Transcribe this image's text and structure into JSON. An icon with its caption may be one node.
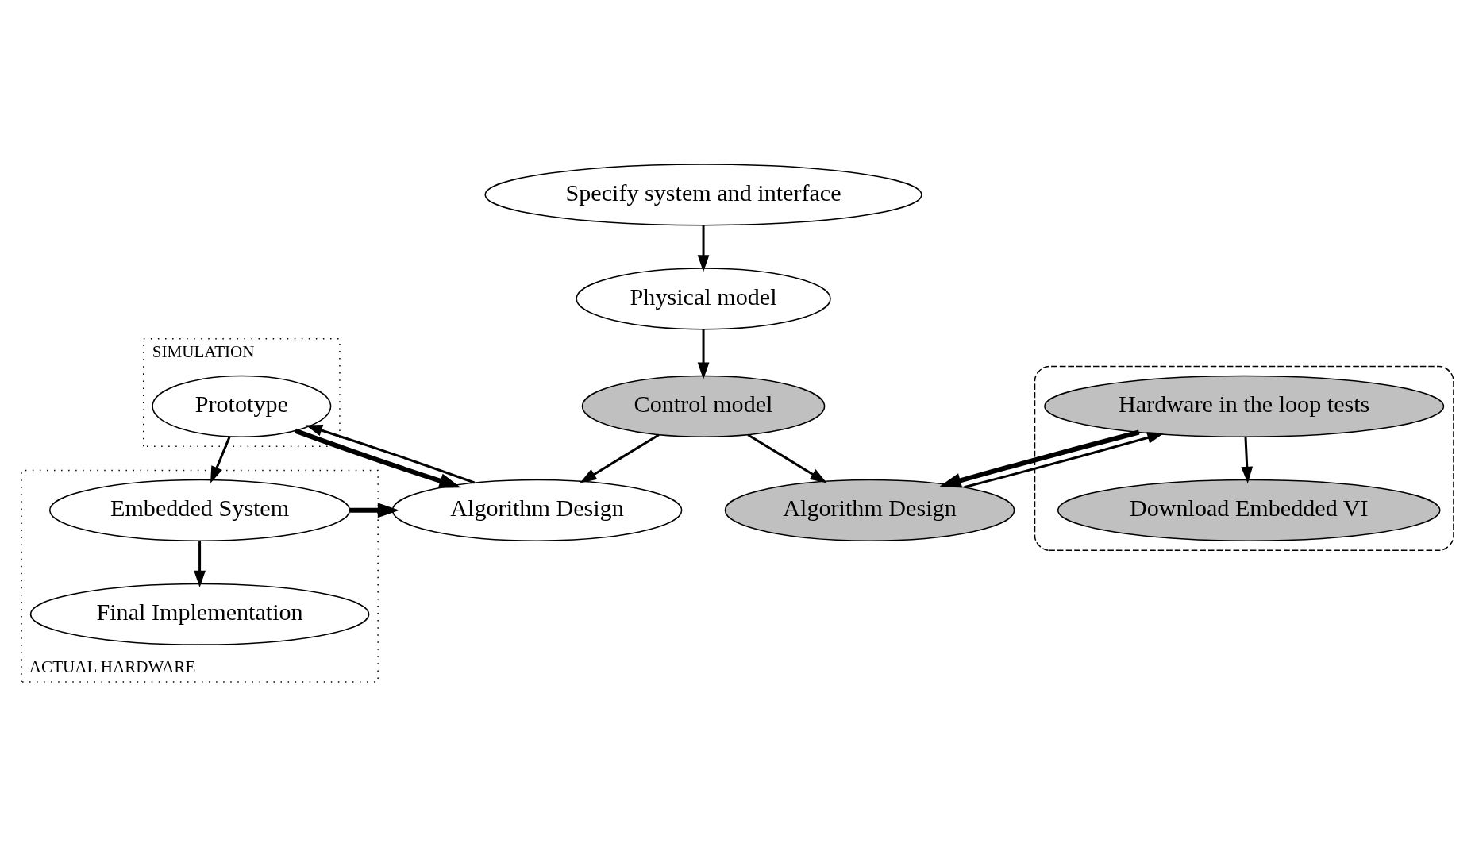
{
  "diagram": {
    "nodes": [
      {
        "text": [
          "Specify system and interface"
        ]
      },
      {
        "text": [
          "Physical model"
        ]
      },
      {
        "text": [
          "Control model"
        ]
      },
      {
        "text": [
          "Algorithm Design"
        ]
      },
      {
        "text": [],
        "shape": "ellipse"
      },
      {
        "text": [
          "Hardware in the loop tests"
        ],
        "in": 4
      },
      {
        "text": [
          "Download Embedded VI"
        ],
        "in": 4
      },
      {
        "text": [
          "SIMULATION"
        ]
      },
      {
        "text": [
          "Prototype"
        ],
        "in": 7
      },
      {
        "text": [
          "Algorithm Design"
        ]
      },
      {
        "text": [
          "ACTUAL HARDWARE"
        ]
      },
      {
        "text": [
          "Embedded System"
        ],
        "in": 10
      },
      {
        "text": [
          "Final Implementation"
        ],
        "in": 10
      }
    ],
    "edges": [
      {
        "from": 0,
        "to": 1,
        "arrow": "to"
      },
      {
        "from": 1,
        "to": 2,
        "arrow": "to"
      },
      {
        "from": 2,
        "to": 3,
        "arrow": "to"
      },
      {
        "from": 3,
        "to": 5,
        "arrow": "to"
      },
      {
        "from": 5,
        "to": 3,
        "arrow": "to",
        "style": "thick"
      },
      {
        "from": 5,
        "to": 6,
        "arrow": "to"
      },
      {
        "from": 2,
        "to": 9,
        "arrow": "to"
      },
      {
        "from": 9,
        "to": 8,
        "arrow": "to"
      },
      {
        "from": 8,
        "to": 11,
        "arrow": "to"
      },
      {
        "from": 8,
        "to": 9,
        "arrow": "to",
        "style": "thick"
      },
      {
        "from": 11,
        "to": 9,
        "arrow": "to",
        "style": "thick"
      },
      {
        "from": 11,
        "to": 12,
        "arrow": "to"
      }
    ]
  }
}
